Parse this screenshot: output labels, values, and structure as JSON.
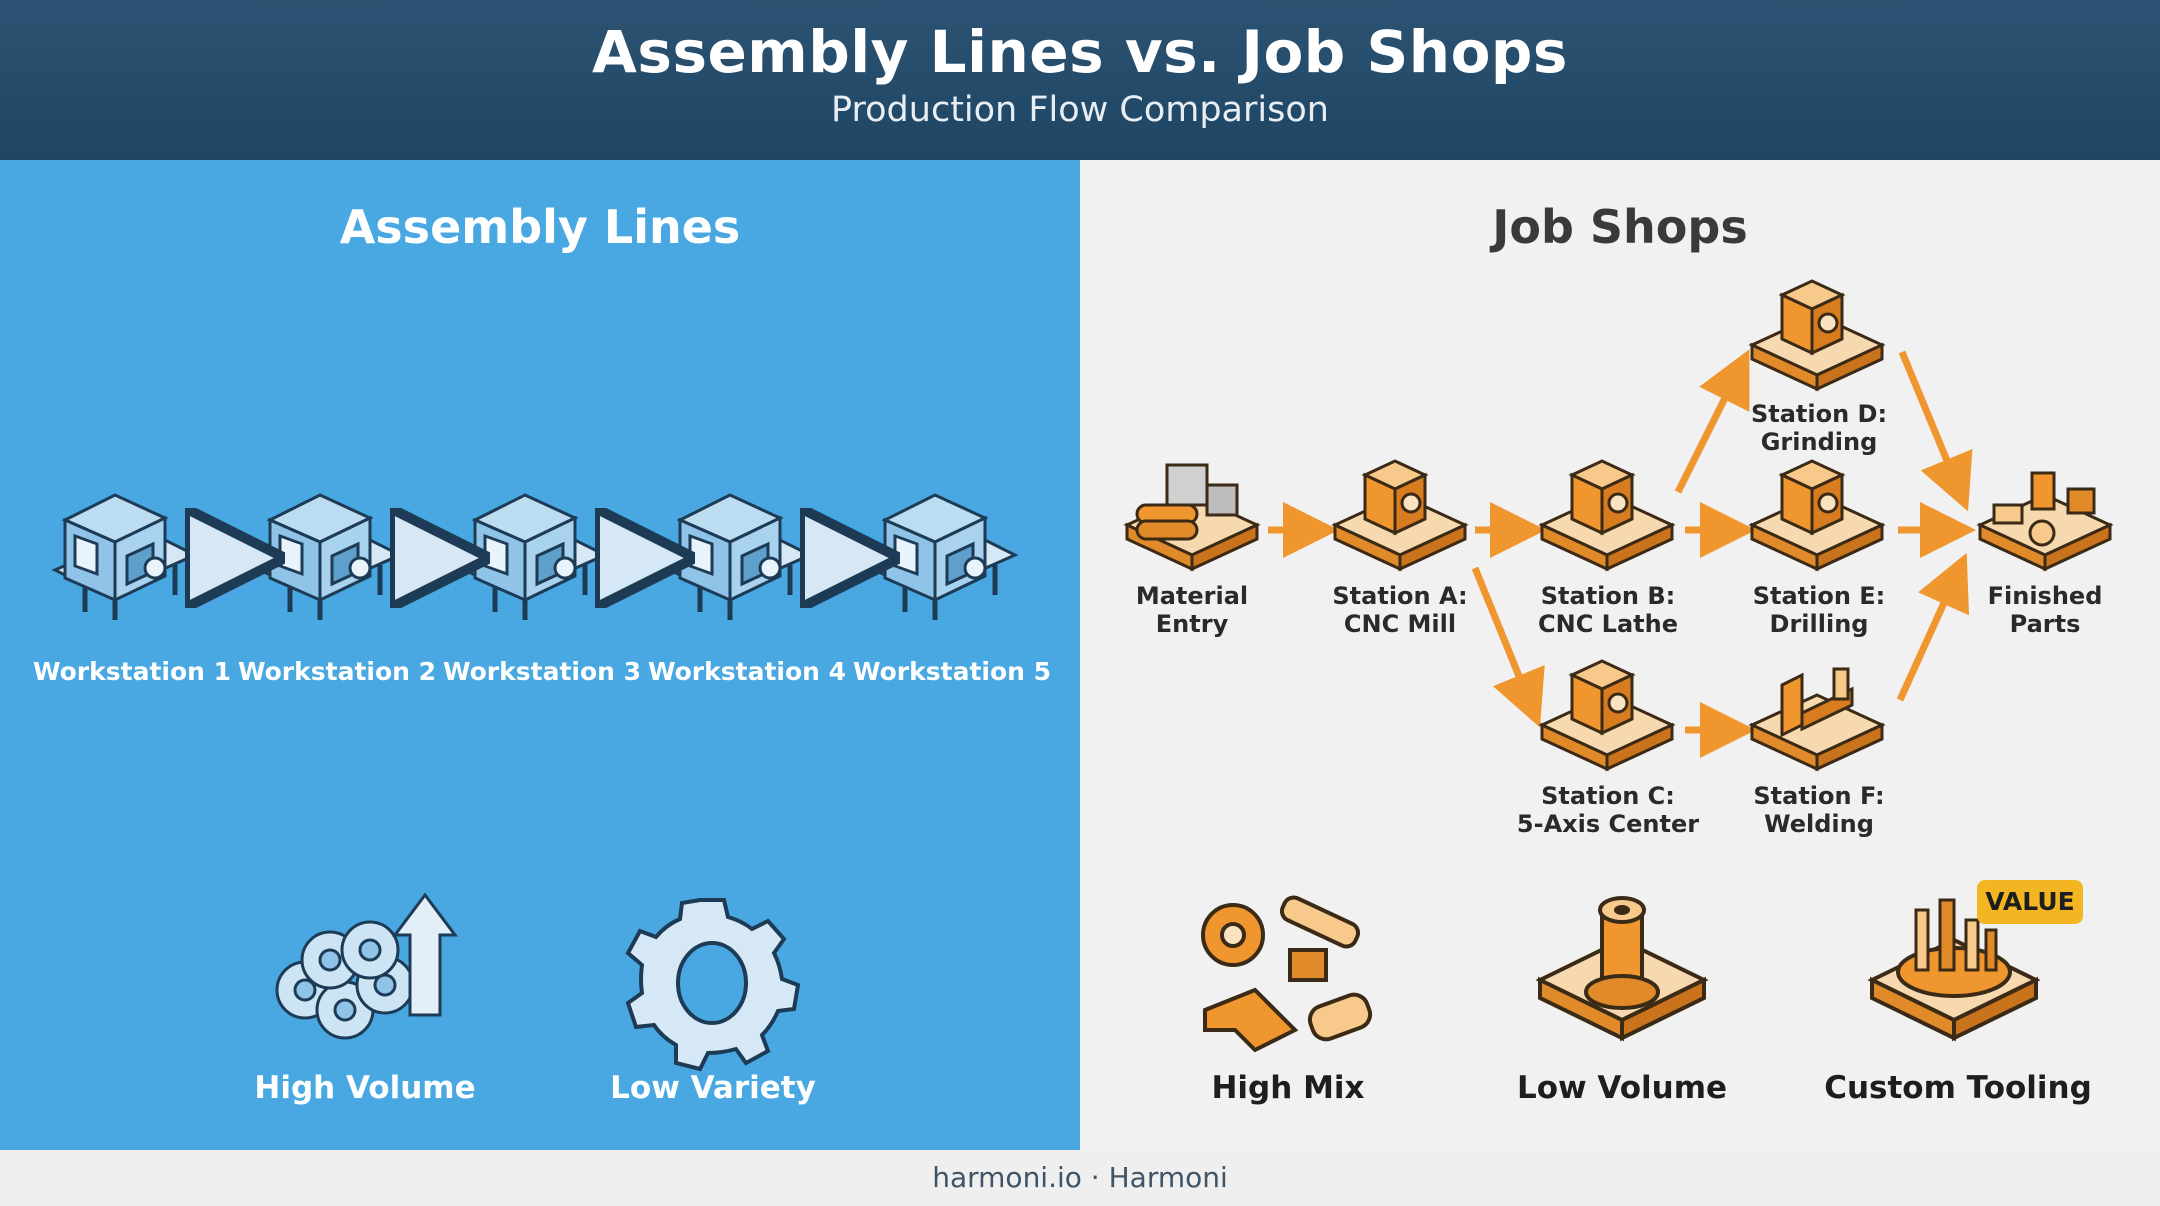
{
  "header": {
    "title": "Assembly Lines vs. Job Shops",
    "subtitle": "Production Flow Comparison"
  },
  "colors": {
    "header_bg": "#24496a",
    "assembly_panel": "#49a8e2",
    "job_panel": "#f1f1f1",
    "orange_accent": "#f0962f",
    "badge_yellow": "#f3b622"
  },
  "assembly": {
    "title": "Assembly Lines",
    "workstations": [
      {
        "label": "Workstation 1",
        "icon": "workstation-machine-icon"
      },
      {
        "label": "Workstation 2",
        "icon": "workstation-machine-icon"
      },
      {
        "label": "Workstation 3",
        "icon": "workstation-machine-icon"
      },
      {
        "label": "Workstation 4",
        "icon": "workstation-machine-icon"
      },
      {
        "label": "Workstation 5",
        "icon": "workstation-machine-icon"
      }
    ],
    "traits": [
      {
        "label": "High Volume",
        "icon": "gear-stack-arrow-icon"
      },
      {
        "label": "Low Variety",
        "icon": "gear-icon"
      }
    ]
  },
  "jobshop": {
    "title": "Job Shops",
    "nodes": [
      {
        "id": "entry",
        "line1": "Material",
        "line2": "Entry"
      },
      {
        "id": "a",
        "line1": "Station A:",
        "line2": "CNC Mill"
      },
      {
        "id": "b",
        "line1": "Station B:",
        "line2": "CNC Lathe"
      },
      {
        "id": "c",
        "line1": "Station C:",
        "line2": "5-Axis Center"
      },
      {
        "id": "d",
        "line1": "Station D:",
        "line2": "Grinding"
      },
      {
        "id": "e",
        "line1": "Station E:",
        "line2": "Drilling"
      },
      {
        "id": "f",
        "line1": "Station F:",
        "line2": "Welding"
      },
      {
        "id": "finished",
        "line1": "Finished",
        "line2": "Parts"
      }
    ],
    "flows": [
      [
        "entry",
        "a"
      ],
      [
        "a",
        "b"
      ],
      [
        "a",
        "c"
      ],
      [
        "b",
        "d"
      ],
      [
        "b",
        "e"
      ],
      [
        "c",
        "f"
      ],
      [
        "d",
        "finished"
      ],
      [
        "e",
        "finished"
      ],
      [
        "f",
        "finished"
      ]
    ],
    "traits": [
      {
        "label": "High Mix",
        "icon": "mixed-parts-icon"
      },
      {
        "label": "Low Volume",
        "icon": "single-part-icon"
      },
      {
        "label": "Custom Tooling",
        "icon": "custom-tooling-icon",
        "badge": "VALUE"
      }
    ]
  },
  "footer": "harmoni.io · Harmoni"
}
